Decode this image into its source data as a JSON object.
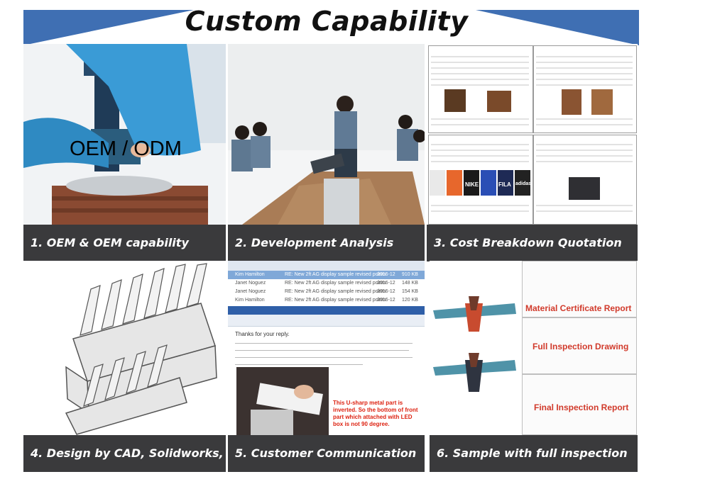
{
  "header": {
    "title": "Custom Capability",
    "banner_color": "#3f6fb3"
  },
  "panels": [
    {
      "caption": "1. OEM & OEM capability",
      "overlay": "OEM / ODM"
    },
    {
      "caption": "2. Development Analysis"
    },
    {
      "caption": "3. Cost Breakdown Quotation"
    },
    {
      "caption": "4. Design by CAD, Solidworks,"
    },
    {
      "caption": "5. Customer Communication"
    },
    {
      "caption": "6. Sample with full inspection"
    }
  ],
  "email": {
    "rows": [
      {
        "from": "Kim Hamilton",
        "subject": "RE: New 2ft AG display sample revised points",
        "date": "2016-12",
        "size": "910 KB"
      },
      {
        "from": "Janet Noguez",
        "subject": "RE: New 2ft AG display sample revised points",
        "date": "2016-12",
        "size": "148 KB"
      },
      {
        "from": "Janet Noguez",
        "subject": "RE: New 2ft AG display sample revised points",
        "date": "2016-12",
        "size": "154 KB"
      },
      {
        "from": "Kim Hamilton",
        "subject": "RE: New 2ft AG display sample revised points",
        "date": "2016-12",
        "size": "120 KB"
      }
    ],
    "greeting": "Thanks for your reply.",
    "note": "This U-sharp metal part is inverted. So the bottom of front part which attached with LED box is not 90 degree."
  },
  "reports": [
    "Material Certificate Report",
    "Full Inspection Drawing",
    "Final Inspection Report"
  ],
  "brands": [
    "NIKE",
    "FILA",
    "adidas"
  ],
  "colors": {
    "caption_bg": "#3a3a3c",
    "report_red": "#d13a2b"
  }
}
